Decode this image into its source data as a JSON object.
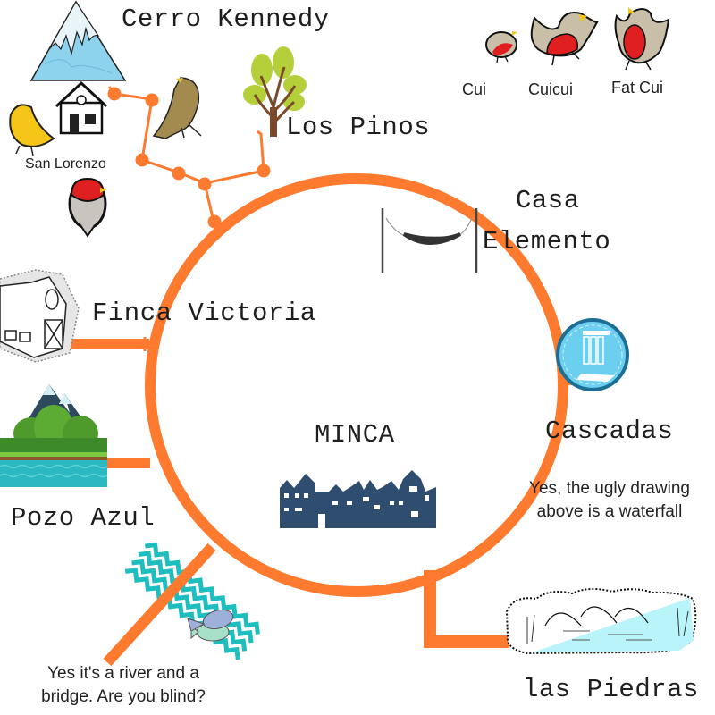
{
  "diagram": {
    "center_label": "MINCA",
    "colors": {
      "ring": "#FE7A2E",
      "town_silhouette": "#2F4D6E",
      "waterfall_fill": "#6DCFF0",
      "waterfall_border": "#1C6E95",
      "river_zigzag": "#1FBEBE",
      "lake_fill": "#B8F4FA",
      "robin_red": "#E02020",
      "robin_body": "#C9BFA8"
    },
    "places": [
      {
        "id": "cerro-kennedy",
        "label": "Cerro Kennedy"
      },
      {
        "id": "los-pinos",
        "label": "Los Pinos"
      },
      {
        "id": "san-lorenzo",
        "label": "San Lorenzo"
      },
      {
        "id": "casa-elemento",
        "label_line1": "Casa",
        "label_line2": "Elemento"
      },
      {
        "id": "finca-victoria",
        "label": "Finca Victoria"
      },
      {
        "id": "cascadas",
        "label": "Cascadas",
        "caption_line1": "Yes, the ugly drawing",
        "caption_line2": "above is a waterfall"
      },
      {
        "id": "pozo-azul",
        "label": "Pozo Azul"
      },
      {
        "id": "river",
        "caption_line1": "Yes it's a river and a",
        "caption_line2": "bridge. Are you blind?"
      },
      {
        "id": "las-piedras",
        "label": "las Piedras"
      }
    ],
    "bird_legend": [
      {
        "label": "Cui",
        "icon": "small-robin-icon"
      },
      {
        "label": "Cuicui",
        "icon": "medium-robin-icon"
      },
      {
        "label": "Fat Cui",
        "icon": "fat-robin-icon"
      }
    ]
  }
}
